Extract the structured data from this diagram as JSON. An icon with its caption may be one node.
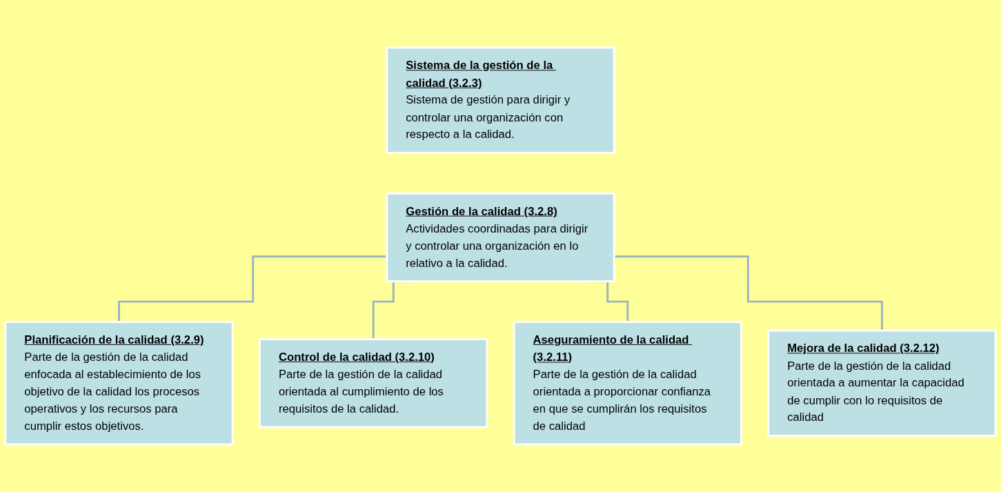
{
  "diagram": {
    "nodes": [
      {
        "text": [
          "Sistema de la gestión de la calidad (3.2.3)",
          "Sistema de gestión para dirigir y controlar una organización con respecto a la calidad."
        ]
      },
      {
        "text": [
          "Gestión de la calidad (3.2.8)",
          "Actividades coordinadas para dirigir y controlar una organización en lo relativo a la calidad."
        ]
      },
      {
        "text": [
          "Planificación de la calidad (3.2.9)",
          "Parte de la gestión de la calidad enfocada al establecimiento de los objetivo de la calidad los procesos operativos y los recursos para cumplir estos objetivos."
        ]
      },
      {
        "text": [
          "Control de la calidad (3.2.10)",
          "Parte de la gestión de la calidad orientada al cumplimiento de los requisitos de la calidad."
        ]
      },
      {
        "text": [
          "Aseguramiento de la calidad (3.2.11)",
          "Parte de la gestión de la calidad orientada a proporcionar confianza en que se cumplirán los requisitos de calidad"
        ]
      },
      {
        "text": [
          "Mejora de la calidad (3.2.12)",
          "Parte de la gestión de la calidad orientada a aumentar la capacidad de cumplir con lo requisitos de calidad"
        ]
      }
    ],
    "edges": [
      {
        "from": 1,
        "to": 2,
        "arrow": "none"
      },
      {
        "from": 1,
        "to": 3,
        "arrow": "none"
      },
      {
        "from": 1,
        "to": 4,
        "arrow": "none"
      },
      {
        "from": 1,
        "to": 5,
        "arrow": "none"
      }
    ]
  }
}
